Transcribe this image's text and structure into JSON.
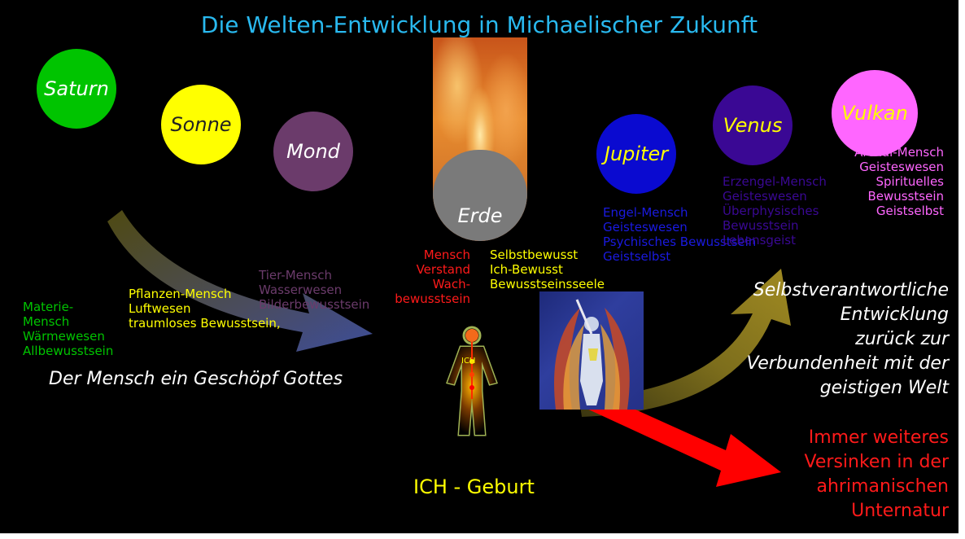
{
  "title": "Die Welten-Entwicklung in Michaelischer Zukunft",
  "colors": {
    "background": "#000000",
    "title": "#29b9ef",
    "saturn": "#00c400",
    "sonne": "#ffff00",
    "mond": "#6b3b6b",
    "jupiter": "#0a0ad0",
    "venus": "#3a0894",
    "vulkan": "#ff66ff",
    "red_text": "#ff1a1a"
  },
  "planets": {
    "saturn": "Saturn",
    "sonne": "Sonne",
    "mond": "Mond",
    "erde": "Erde",
    "jupiter": "Jupiter",
    "venus": "Venus",
    "vulkan": "Vulkan"
  },
  "stages": {
    "saturn": [
      "Materie-",
      "Mensch",
      "Wärmewesen",
      "Allbewusstsein"
    ],
    "sonne": [
      "Pflanzen-Mensch",
      "Luftwesen",
      "traumloses Bewusstsein,"
    ],
    "mond": [
      "Tier-Mensch",
      "Wasserwesen",
      "Bilderbewusstsein"
    ],
    "erde_red": [
      "Mensch",
      "Verstand",
      "Wach-",
      "bewusstsein"
    ],
    "erde_yellow": [
      "Selbstbewusst",
      "Ich-Bewusst",
      "Bewusstseinsseele"
    ],
    "jupiter": [
      "Engel-Mensch",
      "Geisteswesen",
      "Psychisches Bewusstsein",
      "Geistselbst"
    ],
    "venus": [
      "Erzengel-Mensch",
      "Geisteswesen",
      "Überphysisches",
      "Bewusstsein",
      "Lebensgeist"
    ],
    "vulkan": [
      "Archai-Mensch",
      "Geisteswesen",
      "Spirituelles",
      "Bewusstsein",
      "Geistselbst"
    ]
  },
  "labels": {
    "geschoepf": "Der Mensch ein Geschöpf Gottes",
    "ich_geburt": "ICH - Geburt",
    "ich_small": "ICH",
    "selbstverantwortlich": [
      "Selbstverantwortliche",
      "Entwicklung",
      "zurück zur",
      "Verbundenheit mit der",
      "geistigen Welt"
    ],
    "versinken": [
      "Immer weiteres",
      "Versinken in der",
      "ahrimanischen",
      "Unternatur"
    ]
  }
}
